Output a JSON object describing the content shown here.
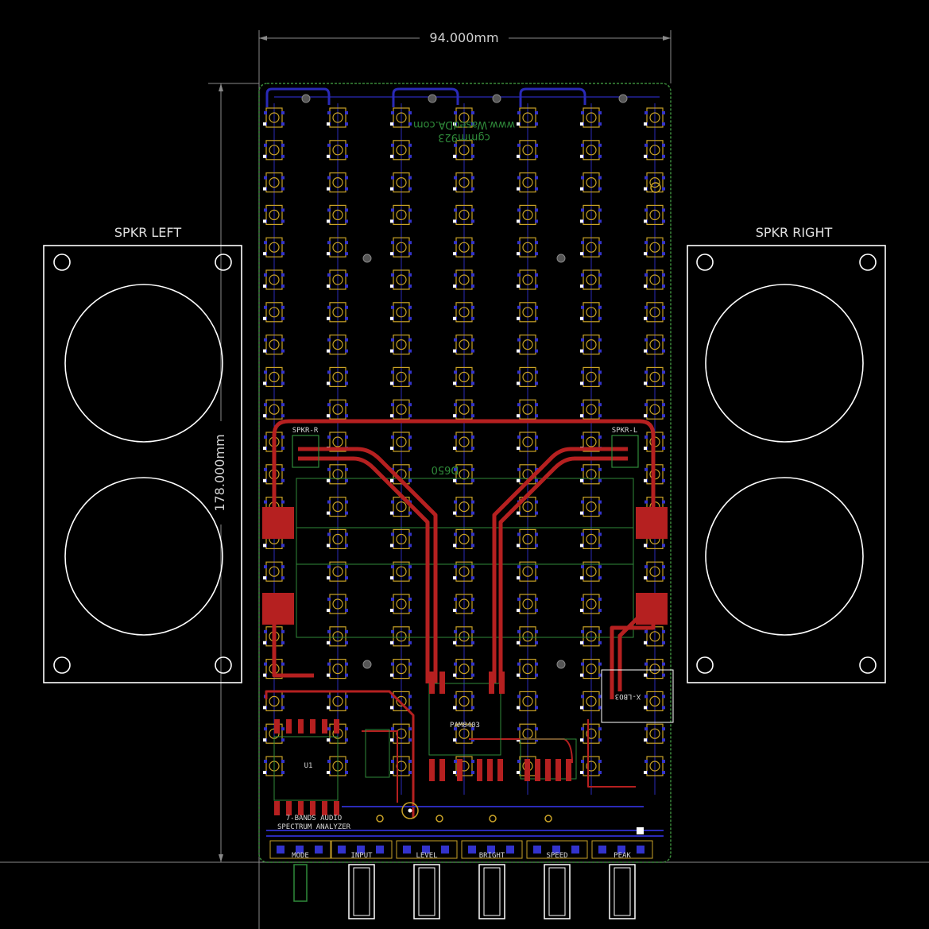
{
  "dimensions": {
    "width": "94.000mm",
    "height": "178.000mm"
  },
  "speakers": {
    "left_label": "SPKR LEFT",
    "right_label": "SPKR RIGHT"
  },
  "board_text": {
    "website": "www.WasedDA.com",
    "designer": "cgmm923",
    "amp": "D650",
    "title_line1": "7-BANDS AUDIO",
    "title_line2": "SPECTRUM ANALYZER",
    "spkr_r": "SPKR-R",
    "spkr_l": "SPKR-L",
    "usb": "X-LBO3",
    "ic_label": "U1",
    "pam": "PAM8403",
    "mode": "MODE"
  },
  "knob_labels": [
    "MODE",
    "INPUT",
    "LEVEL",
    "BRIGHT",
    "SPEED",
    "PEAK"
  ],
  "colors": {
    "background": "#000000",
    "outline": "#ffffff",
    "bottom_copper": "#2a2ab8",
    "top_copper": "#b52020",
    "pad": "#c9a227",
    "silkscreen": "#d8d8d8",
    "board_edge": "#3a8a3a"
  }
}
